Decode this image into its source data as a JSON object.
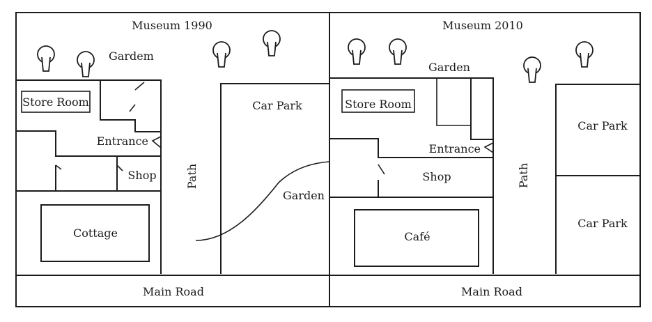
{
  "map_1990": {
    "title": "Museum 1990",
    "garden_top": "Gardem",
    "store_room": "Store Room",
    "entrance": "Entrance",
    "shop": "Shop",
    "cottage": "Cottage",
    "path": "Path",
    "car_park": "Car Park",
    "garden_side": "Garden",
    "main_road": "Main Road"
  },
  "map_2010": {
    "title": "Museum 2010",
    "garden_top": "Garden",
    "store_room": "Store Room",
    "entrance": "Entrance",
    "shop": "Shop",
    "cafe": "Café",
    "path": "Path",
    "car_park_1": "Car Park",
    "car_park_2": "Car Park",
    "main_road": "Main Road"
  },
  "icons": {
    "tree": "tree-icon"
  }
}
